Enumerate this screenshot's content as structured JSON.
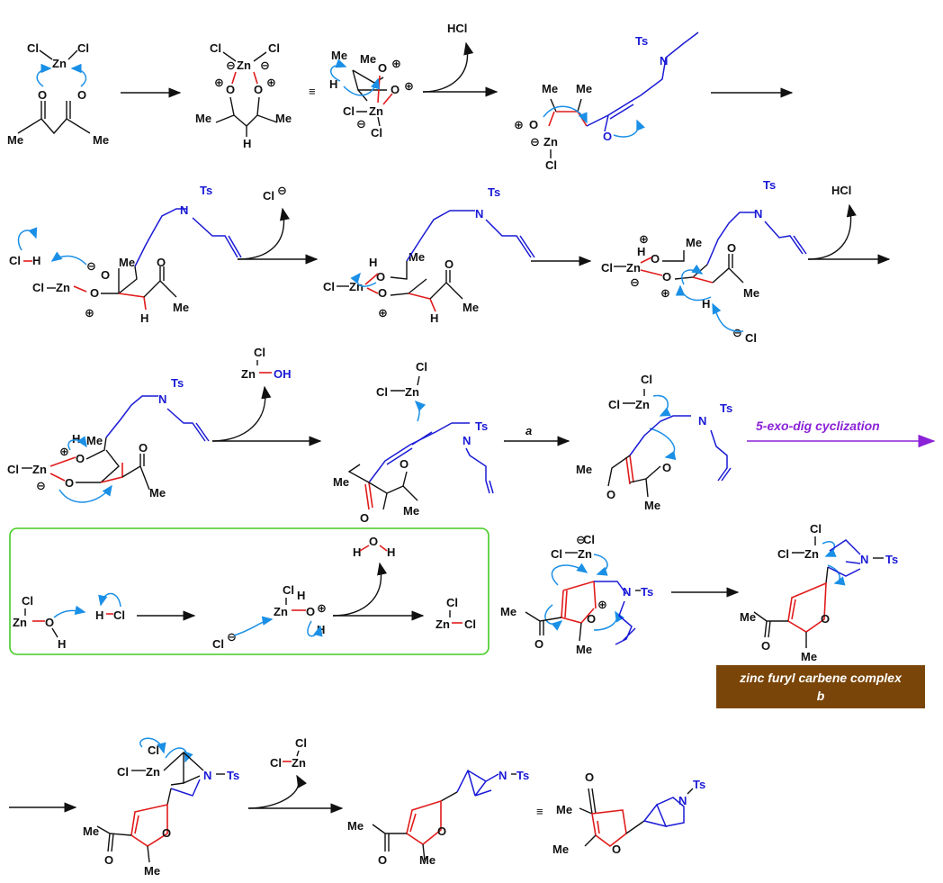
{
  "labels": {
    "cl": "Cl",
    "zn": "Zn",
    "me": "Me",
    "o": "O",
    "h": "H",
    "n": "N",
    "ts": "Ts",
    "hcl": "HCl",
    "cl_minus_charge": "⊖",
    "plus_charge": "⊕",
    "oh": "OH",
    "equiv": "≡",
    "step_a": "a",
    "cyclization": "5-exo-dig cyclization"
  },
  "catalyst_label": {
    "line1": "zinc furyl carbene complex",
    "line2": "b"
  },
  "colors": {
    "bond": "#111111",
    "highlight_bond": "#e11b1b",
    "nitrogen_fragment": "#1a1ad6",
    "electron_arrow": "#1a8fe6",
    "cyclization_arrow": "#8b22d8",
    "box_border": "#44cc22",
    "label_fill": "#7a4508"
  }
}
